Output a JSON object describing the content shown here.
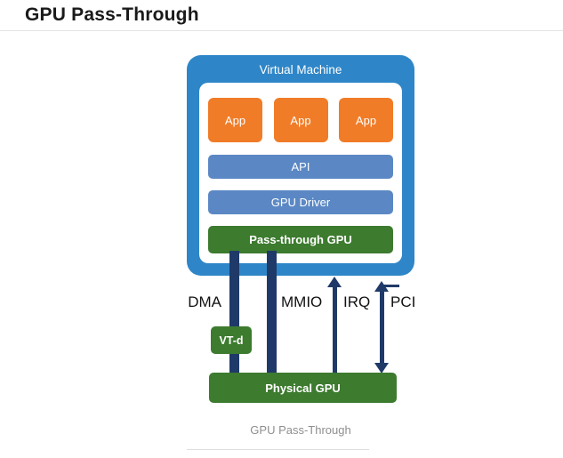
{
  "page": {
    "title": "GPU Pass-Through",
    "caption": "GPU Pass-Through"
  },
  "diagram": {
    "vm": {
      "label": "Virtual Machine"
    },
    "apps": [
      "App",
      "App",
      "App"
    ],
    "bars": {
      "api": "API",
      "gpu_driver": "GPU Driver",
      "passthrough_gpu": "Pass-through GPU"
    },
    "vtd": "VT-d",
    "physical_gpu": "Physical GPU",
    "connectors": [
      {
        "label": "DMA",
        "type": "thick-bar"
      },
      {
        "label": "MMIO",
        "type": "thick-bar"
      },
      {
        "label": "IRQ",
        "type": "arrow-up"
      },
      {
        "label": "PCI",
        "type": "arrow-both-ends"
      }
    ],
    "colors": {
      "vm_blue": "#2e86c8",
      "bar_blue": "#5b88c4",
      "app_orange": "#f07c28",
      "green": "#3d7b2f",
      "connector_navy": "#1f3a68"
    }
  }
}
